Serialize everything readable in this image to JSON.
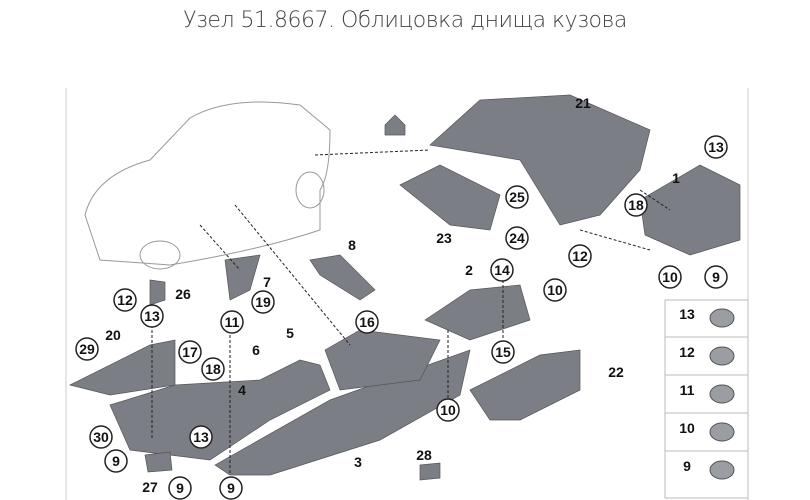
{
  "title": "Узел 51.8667. Облицовка днища кузова",
  "callouts": [
    {
      "n": "21",
      "c": false
    },
    {
      "n": "13",
      "c": true
    },
    {
      "n": "1",
      "c": false
    },
    {
      "n": "18",
      "c": true
    },
    {
      "n": "25",
      "c": true
    },
    {
      "n": "23",
      "c": false
    },
    {
      "n": "24",
      "c": true
    },
    {
      "n": "12",
      "c": true
    },
    {
      "n": "10",
      "c": true
    },
    {
      "n": "9",
      "c": true
    },
    {
      "n": "8",
      "c": false
    },
    {
      "n": "2",
      "c": false
    },
    {
      "n": "14",
      "c": true
    },
    {
      "n": "10",
      "c": true
    },
    {
      "n": "16",
      "c": true
    },
    {
      "n": "15",
      "c": true
    },
    {
      "n": "7",
      "c": false
    },
    {
      "n": "19",
      "c": true
    },
    {
      "n": "26",
      "c": false
    },
    {
      "n": "12",
      "c": true
    },
    {
      "n": "13",
      "c": true
    },
    {
      "n": "11",
      "c": true
    },
    {
      "n": "5",
      "c": false
    },
    {
      "n": "20",
      "c": false
    },
    {
      "n": "29",
      "c": true
    },
    {
      "n": "17",
      "c": true
    },
    {
      "n": "6",
      "c": false
    },
    {
      "n": "18",
      "c": true
    },
    {
      "n": "4",
      "c": false
    },
    {
      "n": "22",
      "c": false
    },
    {
      "n": "10",
      "c": true
    },
    {
      "n": "30",
      "c": true
    },
    {
      "n": "13",
      "c": true
    },
    {
      "n": "9",
      "c": true
    },
    {
      "n": "3",
      "c": false
    },
    {
      "n": "28",
      "c": false
    },
    {
      "n": "27",
      "c": false
    },
    {
      "n": "9",
      "c": true
    },
    {
      "n": "9",
      "c": true
    }
  ],
  "legend": [
    "13",
    "12",
    "11",
    "10",
    "9"
  ]
}
